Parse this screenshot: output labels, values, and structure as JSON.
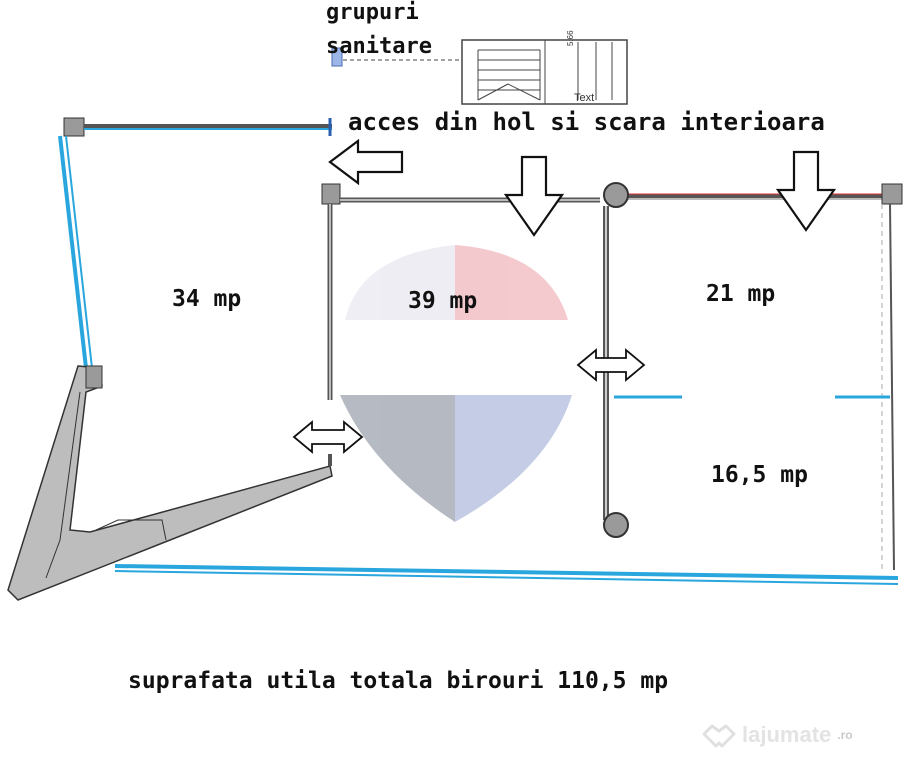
{
  "labels": {
    "grupuri_line1": "grupuri",
    "grupuri_line2": "sanitare",
    "acces": "acces din hol si scara interioara",
    "room_34": "34 mp",
    "room_39": "39 mp",
    "room_21": "21 mp",
    "room_16_5": "16,5 mp",
    "total": "suprafata utila totala birouri 110,5 mp",
    "stair_text": "Text",
    "stair_dim": "5.66"
  },
  "watermark": {
    "brand": "lajumate",
    "tld": ".ro",
    "icon": "handshake-icon"
  },
  "colors": {
    "window_blue": "#29a6dd",
    "wall_gray": "#bdbdbd",
    "column_gray": "#8a8a8a",
    "logo_red": "#e8a2a8",
    "logo_gray": "#8f97a8",
    "logo_blue": "#a8b3d8"
  }
}
